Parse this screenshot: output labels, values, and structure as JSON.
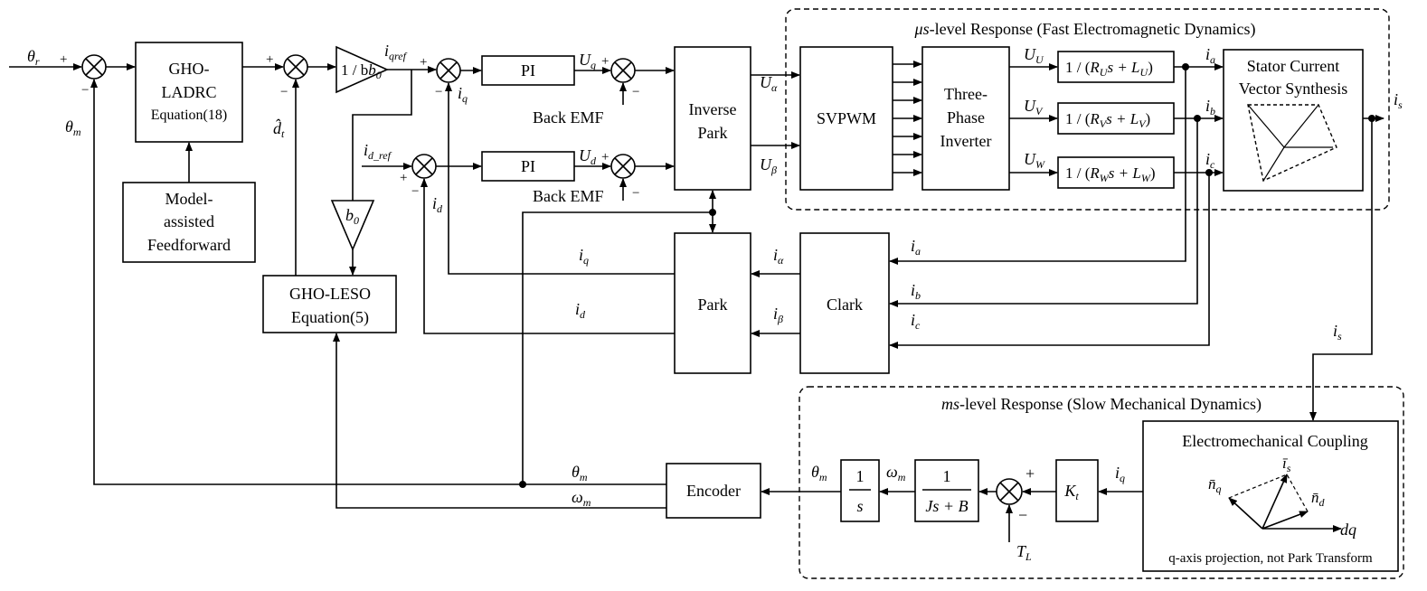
{
  "regions": {
    "fast": {
      "prefix": "μs",
      "title": "-level Response (Fast Electromagnetic Dynamics)"
    },
    "slow": {
      "prefix": "ms",
      "title": "-level Response (Slow Mechanical Dynamics)"
    }
  },
  "blocks": {
    "gho_ladrc": [
      "GHO-",
      "LADRC",
      "Equation(18)"
    ],
    "feedforward": [
      "Model-",
      "assisted",
      "Feedforward"
    ],
    "gain_inv_b0": "1 / b",
    "gain_b0": "b",
    "pi_q": "PI",
    "pi_d": "PI",
    "inverse_park": [
      "Inverse",
      "Park"
    ],
    "park": "Park",
    "clark": "Clark",
    "gho_leso": [
      "GHO-LESO",
      "Equation(5)"
    ],
    "svpwm": "SVPWM",
    "inverter": [
      "Three-",
      "Phase",
      "Inverter"
    ],
    "stator_synth": [
      "Stator Current",
      "Vector Synthesis"
    ],
    "encoder": "Encoder",
    "int_num": "1",
    "int_den": "s",
    "mech_num": "1",
    "mech_den": "Js + B",
    "kt": "K",
    "coupling_title": "Electromechanical Coupling",
    "coupling_caption": "q-axis projection, not Park Transform"
  },
  "signals": {
    "theta_r": "θ",
    "theta_m": "θ",
    "omega_m": "ω",
    "iqref": "i",
    "idref": "i",
    "iq": "i",
    "id": "i",
    "dhat": "d̂",
    "uq": "U",
    "ud": "U",
    "ualpha": "U",
    "ubeta": "U",
    "ialpha": "i",
    "ibeta": "i",
    "ia": "i",
    "ib": "i",
    "ic": "i",
    "is": "i",
    "tl": "T",
    "dq": "dq",
    "back_emf": "Back EMF",
    "uu": "U",
    "uv": "U",
    "uw": "U"
  },
  "phase_tf": {
    "u": {
      "pre": "1 / (",
      "r": "R",
      "sub": "U",
      "mid": "s + ",
      "l": "L",
      "post": ")"
    },
    "v": {
      "pre": "1 / (",
      "r": "R",
      "sub": "V",
      "mid": "s + ",
      "l": "L",
      "post": ")"
    },
    "w": {
      "pre": "1 / (",
      "r": "R",
      "sub": "W",
      "mid": "s + ",
      "l": "L",
      "post": ")"
    }
  },
  "signs": {
    "plus": "+",
    "minus": "−"
  }
}
